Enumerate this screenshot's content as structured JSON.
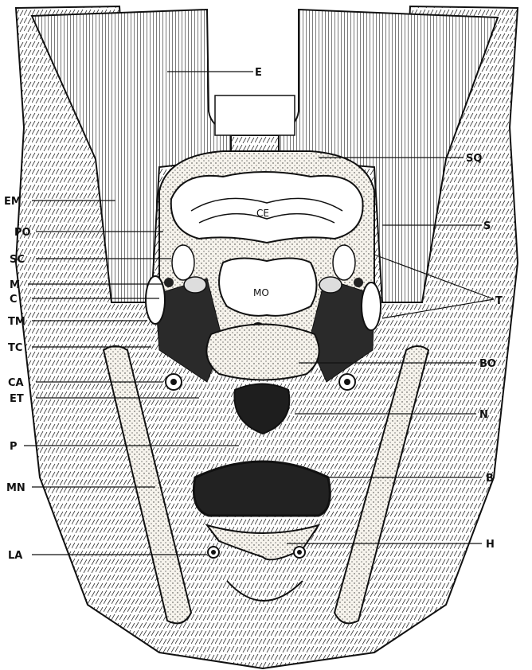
{
  "figure": {
    "labels": {
      "E": "E",
      "SQ": "SQ",
      "EM": "EM",
      "S": "S",
      "PO": "PO",
      "CE": "CE",
      "SC": "SC",
      "M": "M",
      "MO": "MO",
      "C": "C",
      "T": "T",
      "TM": "TM",
      "TC": "TC",
      "BO": "BO",
      "CA": "CA",
      "ET": "ET",
      "N": "N",
      "P": "P",
      "MN": "MN",
      "B": "B",
      "H": "H",
      "LA": "LA"
    },
    "colors": {
      "ink": "#111111",
      "paper": "#ffffff",
      "muscle": "#2a2a2a",
      "bone": "#f4f1ea"
    }
  }
}
